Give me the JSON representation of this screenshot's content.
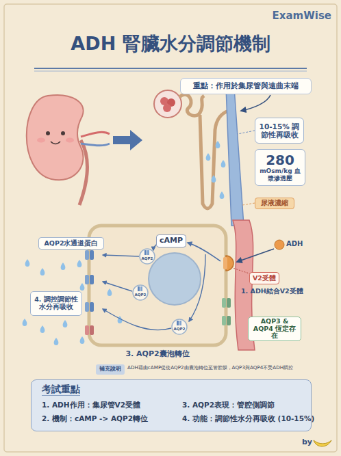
{
  "diagram": {
    "title": "ADH 腎臟水分調節機制",
    "nodes": [
      {
        "text": [
          "重點：作用於集尿管與遠曲末端"
        ]
      },
      {
        "text": [
          "10-15% 調節性再吸收"
        ]
      },
      {
        "text": [
          "280",
          "mOsm/kg 血漿滲透壓"
        ]
      },
      {
        "text": [
          "尿液濃縮"
        ]
      },
      {
        "text": [
          "AQP2水通道蛋白"
        ]
      },
      {
        "text": [
          "cAMP"
        ]
      },
      {
        "text": [
          "V2受體"
        ]
      },
      {
        "text": [
          "4. 調控調節性 水分再吸收"
        ]
      },
      {
        "text": [
          "AQP3 & AQP4 恆定存在"
        ]
      },
      {
        "text": [
          "補充說明"
        ]
      },
      {
        "text": [
          "考試重點",
          "1. ADH作用：集尿管V2受體",
          "2. 機制：cAMP -> AQP2轉位",
          "3. AQP2表現：管腔側調節",
          "4. 功能：調節性水分再吸收 (10-15%)"
        ]
      }
    ],
    "labels": [
      "ExamWise",
      "ADH",
      "1. ADH結合V2受體",
      "3. AQP2囊泡轉位",
      "ADH藉由cAMP促使AQP2由囊泡轉位至管腔膜，AQP3與AQP4不受ADH調控",
      "AQP2",
      "AQP2",
      "AQP2",
      "by"
    ]
  }
}
